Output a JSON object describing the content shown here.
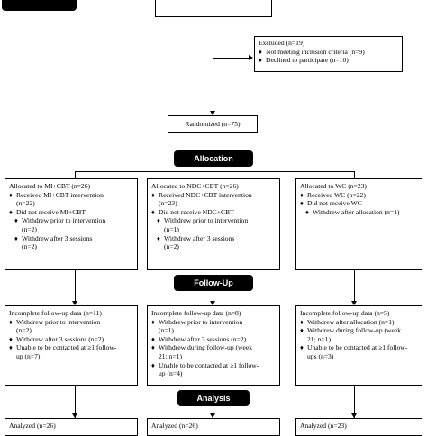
{
  "top_box": {
    "text": ""
  },
  "excluded": {
    "title": "Excluded (n=19)",
    "items": [
      "Not meeting inclusion criteria (n=9)",
      "Declined to participate (n=10)"
    ]
  },
  "randomized": {
    "text": "Randomized (n=75)"
  },
  "banners": {
    "allocation": "Allocation",
    "followup": "Follow-Up",
    "analysis": "Analysis"
  },
  "allocation_boxes": [
    {
      "title": "Allocated to MI+CBT (n=26)",
      "lines": [
        {
          "bullet": "♦",
          "text": "Received MI+CBT intervention",
          "sub": false
        },
        {
          "bullet": "",
          "text": "(n=22)",
          "sub": false
        },
        {
          "bullet": "♦",
          "text": "Did not receive MI+CBT",
          "sub": false
        },
        {
          "bullet": "♦",
          "text": "Withdrew prior to intervention",
          "sub": true
        },
        {
          "bullet": "",
          "text": "(n=2)",
          "sub": true
        },
        {
          "bullet": "♦",
          "text": "Withdrew after 3 sessions",
          "sub": true
        },
        {
          "bullet": "",
          "text": "(n=2)",
          "sub": true
        }
      ]
    },
    {
      "title": "Allocated to NDC+CBT (n=26)",
      "lines": [
        {
          "bullet": "♦",
          "text": "Received NDC+CBT intervention",
          "sub": false
        },
        {
          "bullet": "",
          "text": "(n=23)",
          "sub": false
        },
        {
          "bullet": "♦",
          "text": "Did not receive NDC+CBT",
          "sub": false
        },
        {
          "bullet": "♦",
          "text": "Withdrew prior to intervention",
          "sub": true
        },
        {
          "bullet": "",
          "text": "(n=1)",
          "sub": true
        },
        {
          "bullet": "♦",
          "text": "Withdrew after 3 sessions",
          "sub": true
        },
        {
          "bullet": "",
          "text": "(n=2)",
          "sub": true
        }
      ]
    },
    {
      "title": "Allocated to WC (n=23)",
      "lines": [
        {
          "bullet": "♦",
          "text": "Received WC (n=22)",
          "sub": false
        },
        {
          "bullet": "♦",
          "text": "Did not receive WC",
          "sub": false
        },
        {
          "bullet": "♦",
          "text": "Withdrew after allocation (n=1)",
          "sub": true
        }
      ]
    }
  ],
  "followup_boxes": [
    {
      "title": "Incomplete follow-up data (n=11)",
      "lines": [
        {
          "bullet": "♦",
          "text": "Withdrew prior to intervention"
        },
        {
          "bullet": "",
          "text": "(n=2)"
        },
        {
          "bullet": "♦",
          "text": "Withdrew after 3 sessions (n=2)"
        },
        {
          "bullet": "♦",
          "text": "Unable to be contacted at ≥1 follow-"
        },
        {
          "bullet": "",
          "text": "up (n=7)"
        }
      ]
    },
    {
      "title": "Incomplete follow-up data (n=8)",
      "lines": [
        {
          "bullet": "♦",
          "text": "Withdrew prior to intervention"
        },
        {
          "bullet": "",
          "text": "(n=1)"
        },
        {
          "bullet": "♦",
          "text": "Withdrew after 3 sessions (n=2)"
        },
        {
          "bullet": "♦",
          "text": "Withdrew during follow-up (week"
        },
        {
          "bullet": "",
          "text": "21; n=1)"
        },
        {
          "bullet": "♦",
          "text": "Unable to be contacted at ≥1 follow-"
        },
        {
          "bullet": "",
          "text": "up (n=4)"
        }
      ]
    },
    {
      "title": "Incomplete follow-up data (n=5)",
      "lines": [
        {
          "bullet": "♦",
          "text": "Withdrew after allocation (n=1)"
        },
        {
          "bullet": "♦",
          "text": "Withdrew during follow-up (week"
        },
        {
          "bullet": "",
          "text": "21; n=1)"
        },
        {
          "bullet": "♦",
          "text": "Unable to be contacted at ≥1 follow-"
        },
        {
          "bullet": "",
          "text": "ups (n=3)"
        }
      ]
    }
  ],
  "analysis_boxes": [
    "Analyzed (n=26)",
    "Analyzed (n=26)",
    "Analyzed (n=23)"
  ]
}
